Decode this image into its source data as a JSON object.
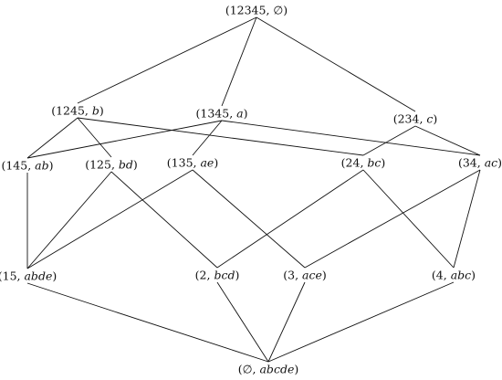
{
  "lattice": {
    "nodes": [
      {
        "id": "top",
        "ext": "12345",
        "int": "∅"
      },
      {
        "id": "n1245",
        "ext": "1245",
        "int": "b"
      },
      {
        "id": "n1345",
        "ext": "1345",
        "int": "a"
      },
      {
        "id": "n234",
        "ext": "234",
        "int": "c"
      },
      {
        "id": "n145",
        "ext": "145",
        "int": "ab"
      },
      {
        "id": "n125",
        "ext": "125",
        "int": "bd"
      },
      {
        "id": "n135",
        "ext": "135",
        "int": "ae"
      },
      {
        "id": "n24",
        "ext": "24",
        "int": "bc"
      },
      {
        "id": "n34",
        "ext": "34",
        "int": "ac"
      },
      {
        "id": "n15",
        "ext": "15",
        "int": "abde"
      },
      {
        "id": "n2",
        "ext": "2",
        "int": "bcd"
      },
      {
        "id": "n3",
        "ext": "3",
        "int": "ace"
      },
      {
        "id": "n4",
        "ext": "4",
        "int": "abc"
      },
      {
        "id": "bottom",
        "ext": "∅",
        "int": "abcde"
      }
    ],
    "edges": [
      [
        "top",
        "n1245"
      ],
      [
        "top",
        "n1345"
      ],
      [
        "top",
        "n234"
      ],
      [
        "n1245",
        "n145"
      ],
      [
        "n1245",
        "n125"
      ],
      [
        "n1245",
        "n24"
      ],
      [
        "n1345",
        "n145"
      ],
      [
        "n1345",
        "n135"
      ],
      [
        "n1345",
        "n34"
      ],
      [
        "n234",
        "n24"
      ],
      [
        "n234",
        "n34"
      ],
      [
        "n145",
        "n15"
      ],
      [
        "n125",
        "n15"
      ],
      [
        "n135",
        "n15"
      ],
      [
        "n125",
        "n2"
      ],
      [
        "n24",
        "n2"
      ],
      [
        "n135",
        "n3"
      ],
      [
        "n34",
        "n3"
      ],
      [
        "n24",
        "n4"
      ],
      [
        "n34",
        "n4"
      ],
      [
        "n15",
        "bottom"
      ],
      [
        "n2",
        "bottom"
      ],
      [
        "n3",
        "bottom"
      ],
      [
        "n4",
        "bottom"
      ]
    ]
  }
}
